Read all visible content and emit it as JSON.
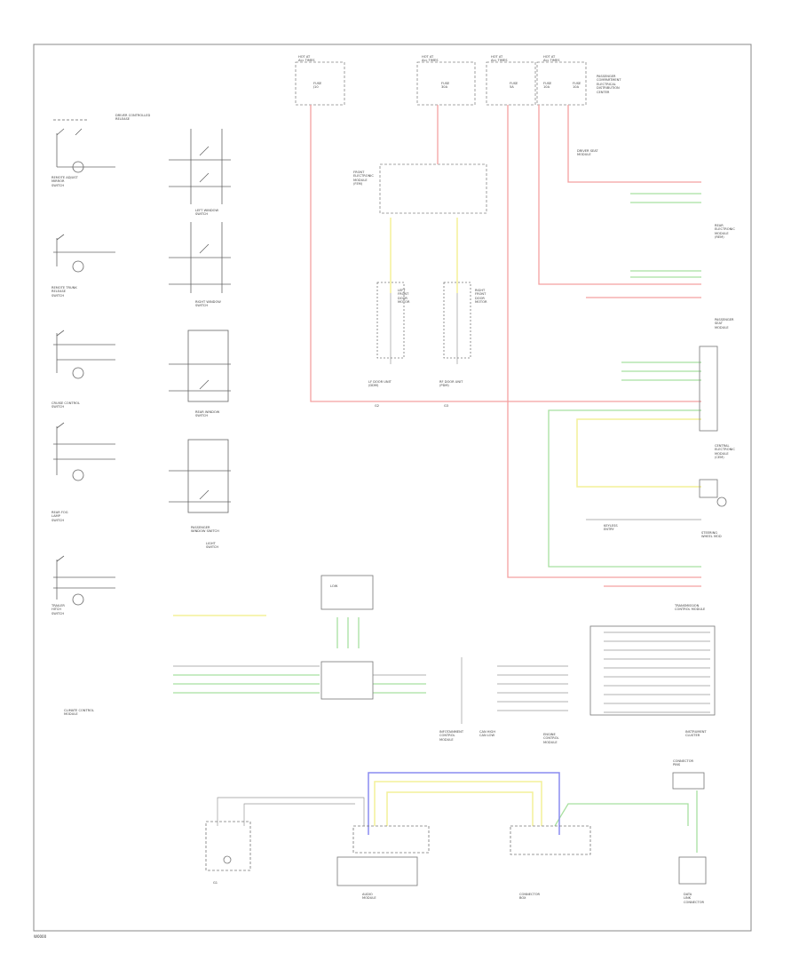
{
  "labels": {
    "hot_1": "HOT AT\nALL TIMES",
    "hot_2": "HOT AT\nALL TIMES",
    "hot_3": "HOT AT\nALL TIMES",
    "hot_4": "HOT AT\nALL TIMES",
    "fuse_label_1": "FUSE\nJ10",
    "fuse_label_2": "FUSE\n30A",
    "fuse_label_3": "FUSE\n5A",
    "fuse_label_4": "FUSE\n10A",
    "fuse_label_5": "FUSE\n10A",
    "psm": "PASSENGER\nCOMPARTMENT\nELECTRICAL\nDISTRIBUTION\nCENTER",
    "central_box": "FRONT\nELECTRONIC\nMODULE\n(FEM)",
    "left_sw_stack": "DRIVER CONTROLLED\nRELEASE",
    "sw_a": "REMOTE ADJUST\nMIRROR\nSWITCH",
    "sw_b": "REMOTE TRUNK\nRELEASE\nSWITCH",
    "sw_c": "CRUISE CONTROL\nSWITCH",
    "sw_d": "REAR FOG\nLAMP\nSWITCH",
    "sw_e": "TRAILER\nHITCH\nSWITCH",
    "mid_a": "LEFT WINDOW\nSWITCH",
    "mid_b": "RIGHT WINDOW\nSWITCH",
    "mid_c": "REAR WINDOW\nSWITCH",
    "mid_d": "PASSENGER\nWINDOW SWITCH",
    "mid_d2": "LIGHT\nSWITCH",
    "left_motor": "LEFT\nFRONT\nDOOR\nMOTOR",
    "right_motor": "RIGHT\nFRONT\nDOOR\nMOTOR",
    "left_mod": "LF DOOR UNIT\n(DDM)",
    "right_mod": "RF DOOR UNIT\n(PDM)",
    "bottom_module": "LOW",
    "right_top": "REAR\nELECTRONIC\nMODULE\n(REM)",
    "right_top2": "DRIVER SEAT\nMODULE",
    "right_mid": "PASSENGER\nSEAT\nMODULE",
    "right_mid2": "CENTRAL\nELECTRONIC\nMODULE\n(CEM)",
    "steering": "STEERING\nWHEEL MOD",
    "lower_left": "CLIMATE CONTROL\nMODULE",
    "info_center": "INFOTAINMENT\nCONTROL\nMODULE",
    "center_bottom": "ENGINE\nCONTROL\nMODULE",
    "bot_mod1": "AUDIO\nMODULE",
    "bot_mod2": "CONNECTOR\nBOX",
    "bot_right": "DATA\nLINK\nCONNECTOR",
    "bot_right_top": "CONNECTOR\nPINS",
    "ground_1": "G1",
    "ground_2": "G2",
    "ground_3": "G3",
    "lower_right": "INSTRUMENT\nCLUSTER",
    "keypad": "KEYLESS\nENTRY",
    "tcm": "TRANSMISSION\nCONTROL MODULE",
    "bus_note": "CAN HIGH\nCAN LOW",
    "page_code": "W0000"
  },
  "colors": {
    "red": "#f4a0a0",
    "green": "#a8e0a0",
    "yellow": "#f4f098",
    "blue": "#8a8cf0",
    "wire_black": "#555555",
    "border": "#888888"
  }
}
